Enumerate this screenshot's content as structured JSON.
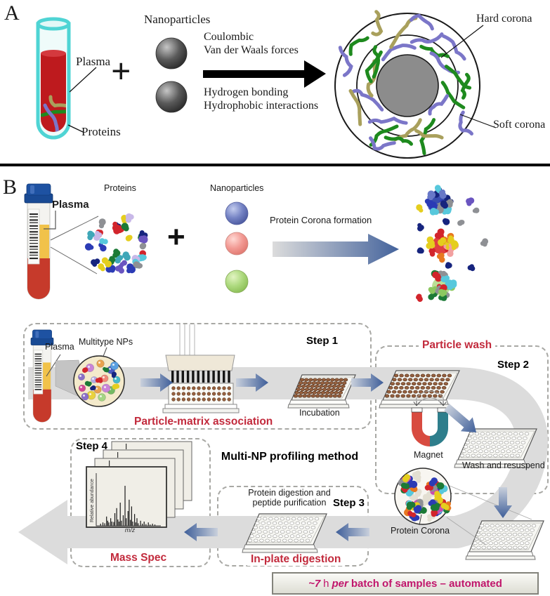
{
  "palette": {
    "accent_red": "#C22A3C",
    "banner_magenta": "#C0156B",
    "steel_blue": "#3E5E99",
    "steel_blue_light": "#C9D0DC",
    "band_gray": "#DCDCDC",
    "tube_glass_cyan": "#4FD4D4",
    "plasma_yellow": "#F1C24A",
    "blood_red": "#C63A2B",
    "protein_green": "#1E8A1E",
    "protein_purple": "#7B76C8",
    "protein_olive": "#A9A05C"
  },
  "panel_a": {
    "label": "A",
    "plasma_label": "Plasma",
    "proteins_label": "Proteins",
    "plus": "+",
    "nanoparticles_label": "Nanoparticles",
    "forces_top": [
      "Coulombic",
      "Van der Waals forces"
    ],
    "forces_bottom": [
      "Hydrogen bonding",
      "Hydrophobic interactions"
    ],
    "hard_corona_label": "Hard corona",
    "soft_corona_label": "Soft corona"
  },
  "panel_b": {
    "label": "B",
    "plasma_label": "Plasma",
    "proteins_label": "Proteins",
    "plus": "+",
    "nanoparticles_label": "Nanoparticles",
    "arrow_label": "Protein Corona formation"
  },
  "workflow": {
    "title": "Multi-NP profiling method",
    "step1": {
      "step": "Step 1",
      "plasma": "Plasma",
      "multitype": "Multitype NPs",
      "incubation": "Incubation",
      "caption": "Particle-matrix association"
    },
    "step2": {
      "step": "Step 2",
      "title": "Particle wash",
      "magnet": "Magnet",
      "wash": "Wash and resuspend"
    },
    "step3": {
      "step": "Step 3",
      "line1": "Protein digestion and",
      "line2": "peptide purification",
      "caption": "In-plate digestion"
    },
    "step4": {
      "step": "Step 4",
      "caption": "Mass Spec",
      "ylabel": "Relative abundance",
      "xlabel": "m/z"
    },
    "protein_corona_label": "Protein Corona",
    "banner": {
      "approx": "~7",
      "hours": "h",
      "per": "per",
      "rest": "batch of samples – automated"
    }
  },
  "spectrum_peaks": [
    [
      0.03,
      0.05
    ],
    [
      0.07,
      0.08
    ],
    [
      0.1,
      0.06
    ],
    [
      0.13,
      0.22
    ],
    [
      0.15,
      0.12
    ],
    [
      0.17,
      0.08
    ],
    [
      0.2,
      0.18
    ],
    [
      0.22,
      0.1
    ],
    [
      0.25,
      0.09
    ],
    [
      0.27,
      0.3
    ],
    [
      0.3,
      0.42
    ],
    [
      0.32,
      0.15
    ],
    [
      0.34,
      0.1
    ],
    [
      0.36,
      0.55
    ],
    [
      0.38,
      0.12
    ],
    [
      0.41,
      0.25
    ],
    [
      0.44,
      0.95
    ],
    [
      0.46,
      0.18
    ],
    [
      0.49,
      0.35
    ],
    [
      0.51,
      0.62
    ],
    [
      0.53,
      0.14
    ],
    [
      0.55,
      0.46
    ],
    [
      0.57,
      0.1
    ],
    [
      0.6,
      0.28
    ],
    [
      0.62,
      0.08
    ],
    [
      0.64,
      0.18
    ],
    [
      0.66,
      0.06
    ],
    [
      0.7,
      0.12
    ],
    [
      0.73,
      0.05
    ],
    [
      0.76,
      0.1
    ],
    [
      0.79,
      0.04
    ],
    [
      0.83,
      0.08
    ],
    [
      0.86,
      0.03
    ],
    [
      0.9,
      0.05
    ],
    [
      0.94,
      0.03
    ]
  ]
}
